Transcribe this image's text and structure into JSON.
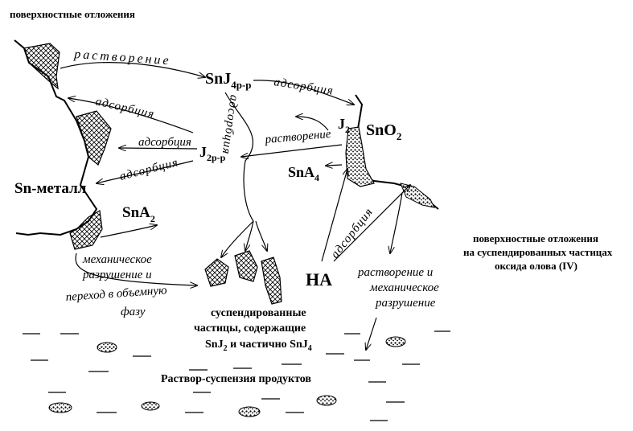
{
  "labels": {
    "surface_deposits": "поверхностные отложения",
    "dissolution_top": "растворение",
    "snj4": "SnJ",
    "snj4_sub": "4р-р",
    "adsorption_right": "адсорбция",
    "adsorption_vertical": "адсорбция",
    "adsorption_upper_left": "адсорбция",
    "adsorption_mid_left": "адсорбция",
    "adsorption_low_left": "адсорбция",
    "j2": "J",
    "j2_sub": "2",
    "j2pp": "J",
    "j2pp_sub": "2р-р",
    "sno2": "SnO",
    "sno2_sub": "2",
    "dissolution_mid": "растворение",
    "sna4": "SnA",
    "sna4_sub": "4",
    "sn_metal": "Sn-металл",
    "sna2": "SnA",
    "sna2_sub": "2",
    "mech_line1": "механическое",
    "mech_line2": "разрушение и",
    "mech_line3": "переход  в объемную",
    "mech_line4": "фазу",
    "ha": "HA",
    "adsorption_ha": "адсорбция",
    "dissol_mech_line1": "растворение и",
    "dissol_mech_line2": "механическое",
    "dissol_mech_line3": "разрушение",
    "deposits_sno2_line1": "поверхностные отложения",
    "deposits_sno2_line2": "на суспендированных частицах",
    "deposits_sno2_line3": "оксида олова (IV)",
    "susp_line1": "суспендированные",
    "susp_line2": "частицы,  содержащие",
    "susp_line3_a": "SnJ",
    "susp_line3_sub1": "2",
    "susp_line3_b": " и частично ",
    "susp_line3_c": "SnJ",
    "susp_line3_sub2": "4",
    "solution_suspension": "Раствор-суспензия продуктов"
  }
}
